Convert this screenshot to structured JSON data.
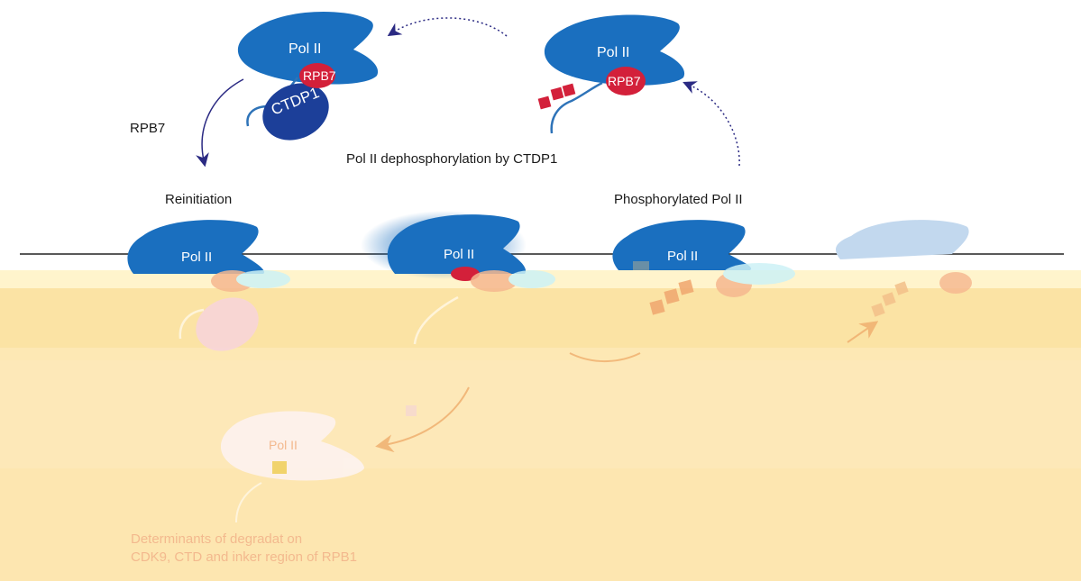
{
  "labels": {
    "pol2": "Pol II",
    "rpb7": "RPB7",
    "ctdp1": "CTDP1",
    "rpb7_side": "RPB7",
    "dephosphorylation": "Pol II dephosphorylation by CTDP1",
    "reinitiation": "Reinitiation",
    "phosphorylated": "Phosphorylated Pol II",
    "determinants_line1": "Determinants of degradat on",
    "determinants_line2": "CDK9, CTD and  inker region of RPB1"
  },
  "colors": {
    "pol2_blue": "#1a6fbf",
    "ctdp1_navy": "#1c3f99",
    "rpb7_red": "#d3203a",
    "phospho_square": "#d3203a",
    "arrow_navy": "#2b2a83",
    "faded_blue": "#c2d8ee",
    "band_yellow": "#fde8b4",
    "faint_orange": "#f3b98e"
  }
}
